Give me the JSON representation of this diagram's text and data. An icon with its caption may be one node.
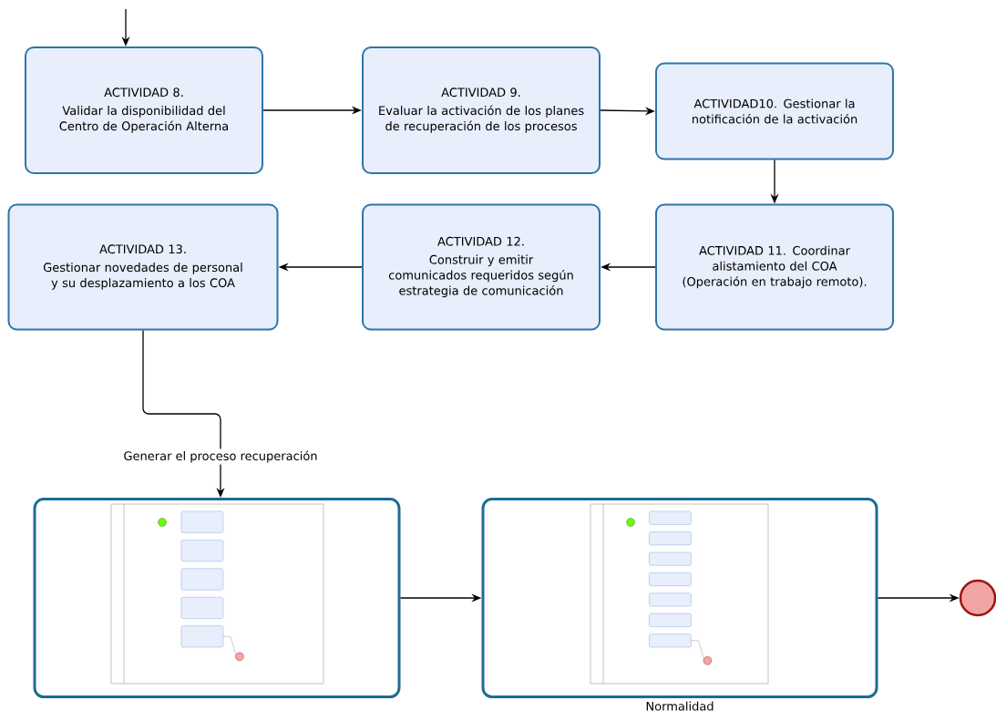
{
  "diagram": {
    "nodes": [
      {
        "text": [
          "ACTIVIDAD 8.",
          "Validar la disponibilidad del Centro de Operación Alterna"
        ]
      },
      {
        "text": [
          "ACTIVIDAD 9.",
          "Evaluar la activación de los planes de recuperación de los procesos"
        ]
      },
      {
        "text": [
          "ACTIVIDAD10. Gestionar la notificación de la activación"
        ]
      },
      {
        "text": [
          "ACTIVIDAD 11. Coordinar alistamiento del COA (Operación en trabajo remoto)."
        ]
      },
      {
        "text": [
          "ACTIVIDAD 12.",
          "Construir y emitir comunicados requeridos según estrategia de comunicación"
        ]
      },
      {
        "text": [
          "ACTIVIDAD 13.",
          "Gestionar novedades de personal y su desplazamiento a los COA"
        ]
      },
      {
        "text": [],
        "shape": "box"
      },
      {
        "text": [],
        "shape": "box",
        "beside": [
          "Normalidad"
        ]
      },
      {
        "text": [],
        "shape": "circle"
      }
    ],
    "edges": [
      {
        "from": null,
        "to": 0,
        "arrow": "to"
      },
      {
        "from": 0,
        "to": 1,
        "arrow": "to"
      },
      {
        "from": 1,
        "to": 2,
        "arrow": "to"
      },
      {
        "from": 2,
        "to": 3,
        "arrow": "to"
      },
      {
        "from": 3,
        "to": 4,
        "arrow": "to"
      },
      {
        "from": 4,
        "to": 5,
        "arrow": "to"
      },
      {
        "from": 5,
        "to": 6,
        "arrow": "to",
        "label": "Generar el proceso recuperación"
      },
      {
        "from": 6,
        "to": 7,
        "arrow": "to"
      },
      {
        "from": 7,
        "to": 8,
        "arrow": "to"
      }
    ]
  }
}
